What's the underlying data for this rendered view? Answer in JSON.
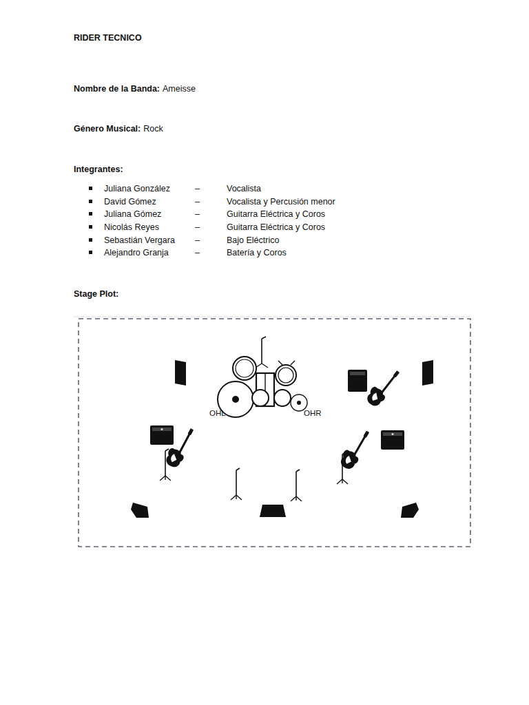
{
  "diagram": {
    "title": "RIDER TECNICO",
    "labels": [
      "Nombre de la Banda:",
      "Ameisse",
      "Género Musical:",
      "Rock",
      "Integrantes:",
      "Juliana González",
      "–",
      "Vocalista",
      "David Gómez",
      "–",
      "Vocalista y Percusión menor",
      "Juliana Gómez",
      "–",
      "Guitarra Eléctrica y Coros",
      "Nicolás Reyes",
      "–",
      "Guitarra Eléctrica y Coros",
      "Sebastián Vergara",
      "–",
      "Bajo Eléctrico",
      "Alejandro Granja",
      "–",
      "Batería y Coros",
      "Stage Plot:",
      "OHL",
      "OHR"
    ]
  }
}
